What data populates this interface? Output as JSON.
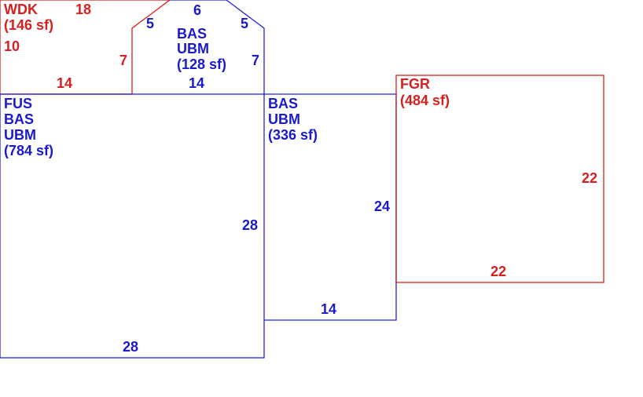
{
  "colors": {
    "blue": "#1a1acc",
    "red": "#d42020"
  },
  "areas": {
    "wdk": {
      "code": "WDK",
      "area": "(146 sf)",
      "top": "18",
      "left": "10",
      "bottom": "14",
      "right": "7"
    },
    "bay": {
      "code1": "BAS",
      "code2": "UBM",
      "area": "(128 sf)",
      "top": "6",
      "diag_left": "5",
      "diag_right": "5",
      "right": "7",
      "bottom": "14"
    },
    "fus": {
      "code1": "FUS",
      "code2": "BAS",
      "code3": "UBM",
      "area": "(784 sf)",
      "right": "28",
      "bottom": "28"
    },
    "bas": {
      "code1": "BAS",
      "code2": "UBM",
      "area": "(336 sf)",
      "right": "24",
      "bottom": "14"
    },
    "fgr": {
      "code": "FGR",
      "area": "(484 sf)",
      "right": "22",
      "bottom": "22"
    }
  }
}
